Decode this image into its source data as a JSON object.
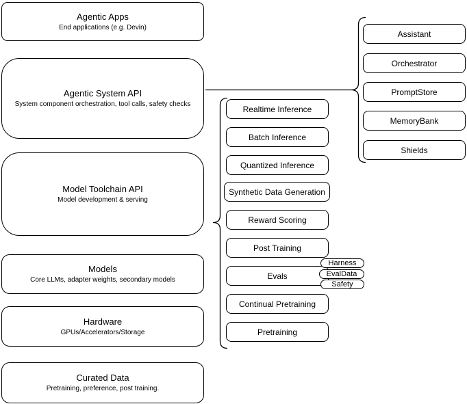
{
  "diagram": {
    "left_stack": [
      {
        "title": "Agentic Apps",
        "subtitle": "End applications (e.g. Devin)"
      },
      {
        "title": "Agentic System API",
        "subtitle": "System component orchestration, tool calls, safety checks"
      },
      {
        "title": "Model Toolchain API",
        "subtitle": "Model development & serving"
      },
      {
        "title": "Models",
        "subtitle": "Core LLMs, adapter weights, secondary models"
      },
      {
        "title": "Hardware",
        "subtitle": "GPUs/Accelerators/Storage"
      },
      {
        "title": "Curated Data",
        "subtitle": "Pretraining, preference, post training."
      }
    ],
    "toolchain_items": [
      "Realtime Inference",
      "Batch Inference",
      "Quantized Inference",
      "Synthetic Data Generation",
      "Reward Scoring",
      "Post Training",
      "Evals",
      "Continual Pretraining",
      "Pretraining"
    ],
    "evals_badges": [
      "Harness",
      "EvalData",
      "Safety"
    ],
    "system_components": [
      "Assistant",
      "Orchestrator",
      "PromptStore",
      "MemoryBank",
      "Shields"
    ],
    "colors": {
      "stroke": "#000000",
      "box_fill": "#ffffff",
      "background": "#ffffff"
    }
  }
}
